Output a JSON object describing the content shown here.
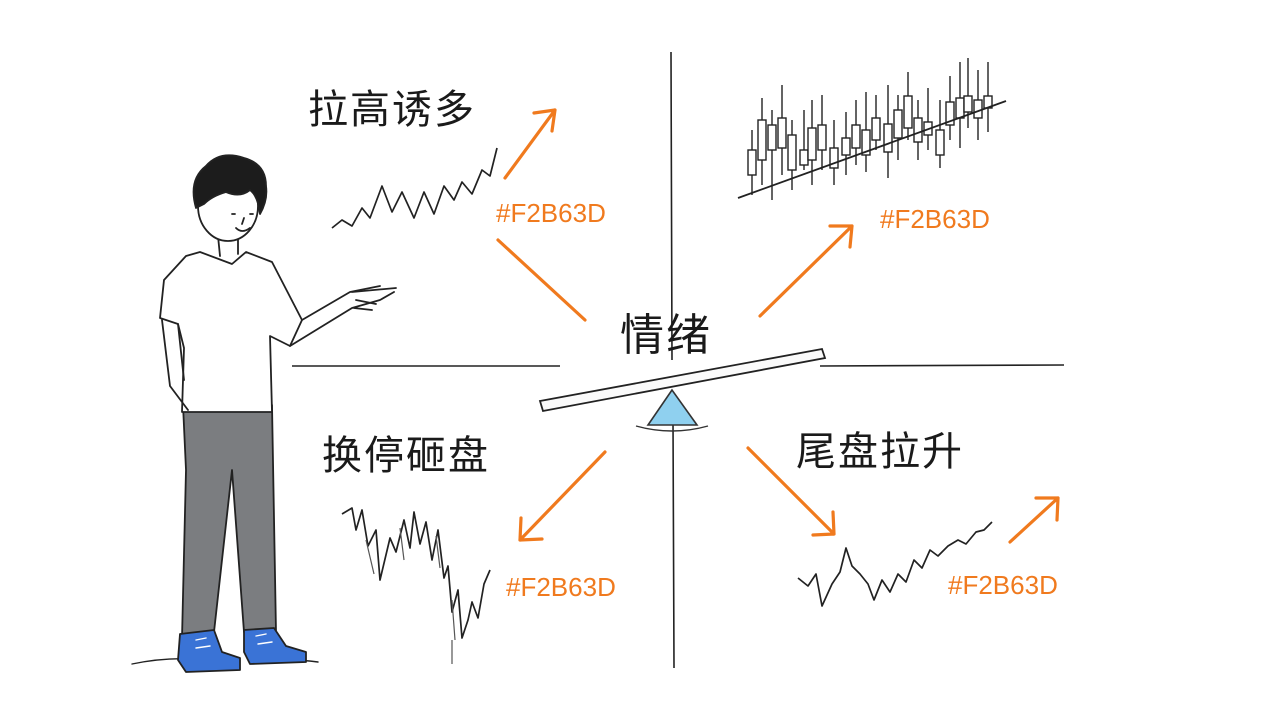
{
  "center_label": "情绪",
  "accent_color": "#F2B63D",
  "arrow_color": "#F07A1E",
  "quadrants": {
    "top_left": {
      "label": "拉高诱多",
      "hex": "#F2B63D"
    },
    "top_right": {
      "label": "",
      "hex": "#F2B63D"
    },
    "bottom_left": {
      "label": "换停砸盘",
      "hex": "#F2B63D"
    },
    "bottom_right": {
      "label": "尾盘拉升",
      "hex": "#F2B63D"
    }
  }
}
